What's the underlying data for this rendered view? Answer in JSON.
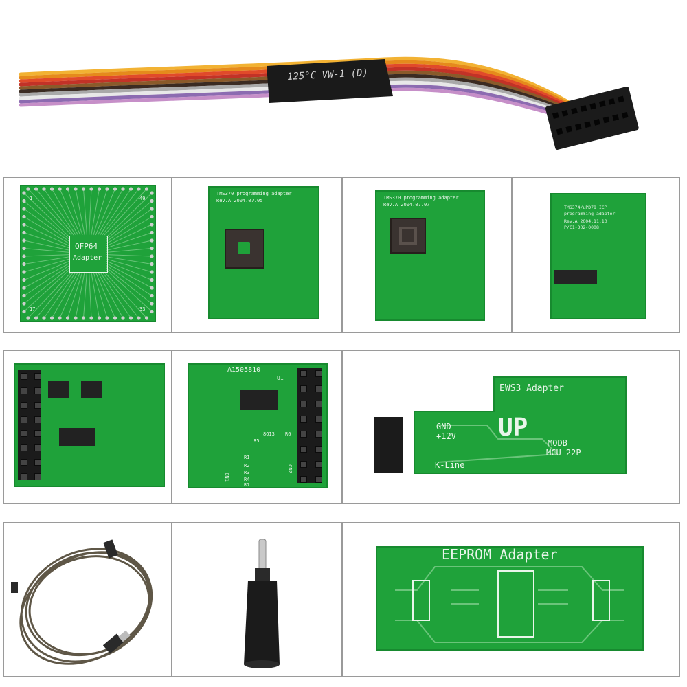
{
  "ribbon_cable": {
    "sleeve_text": "125°C  VW-1  (D)",
    "wire_colors": [
      "#f2b233",
      "#e58a1c",
      "#e14a2a",
      "#c23227",
      "#8a5a2a",
      "#3b2b22",
      "#a9a9a9",
      "#e8e8e8",
      "#8c6bb1",
      "#c68fc8"
    ]
  },
  "panels": {
    "qfp64": {
      "label_line1": "QFP64",
      "label_line2": "Adapter",
      "corner_1": "1",
      "corner_49": "49",
      "corner_17": "17",
      "corner_33": "33"
    },
    "tms370_a": {
      "title": "TMS370 programming adapter",
      "rev": "Rev.A  2004.07.05"
    },
    "tms370_b": {
      "title": "TMS370 programming adapter",
      "rev": "Rev.A  2004.07.07"
    },
    "tms374": {
      "title": "TMS374/uPD78  ICP",
      "line2": "programming  adapter",
      "rev": "Rev.A  2004.11.10",
      "pn": "P/C1-D02-0008"
    },
    "soic_board": {
      "label": ""
    },
    "a1505810": {
      "title": "A1505810",
      "u1": "U1",
      "r5": "R5",
      "r6": "R6",
      "r8": "8O13",
      "cn1": "CN1",
      "cn2": "CN2",
      "r1": "R1",
      "r2": "R2",
      "r3": "R3",
      "r4": "R4",
      "r7": "R7"
    },
    "ews3": {
      "title": "EWS3 Adapter",
      "up": "UP",
      "gnd": "GND",
      "v12": "+12V",
      "modb": "MODB",
      "mcu": "MCU-22P",
      "kline": "K-Line"
    },
    "usb_cable": {},
    "dc_plug": {},
    "eeprom": {
      "title": "EEPROM Adapter"
    }
  }
}
